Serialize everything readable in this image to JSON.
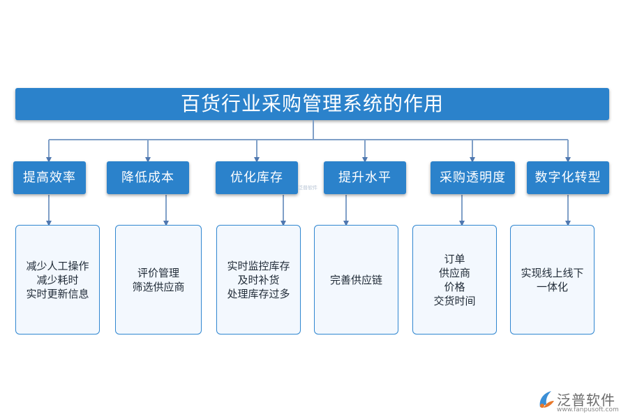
{
  "title": "百货行业采购管理系统的作用",
  "categories": [
    {
      "label": "提高效率",
      "items": [
        "减少人工操作",
        "减少耗时",
        "实时更新信息"
      ]
    },
    {
      "label": "降低成本",
      "items": [
        "评价管理",
        "筛选供应商"
      ]
    },
    {
      "label": "优化库存",
      "items": [
        "实时监控库存",
        "及时补货",
        "处理库存过多"
      ]
    },
    {
      "label": "提升水平",
      "items": [
        "完善供应链"
      ]
    },
    {
      "label": "采购透明度",
      "items": [
        "订单",
        "供应商",
        "价格",
        "交货时间"
      ]
    },
    {
      "label": "数字化转型",
      "items": [
        "实现线上线下",
        "一体化"
      ]
    }
  ],
  "watermark": "泛普软件",
  "logo": {
    "name": "泛普软件",
    "url": "www.fanpusoft.com",
    "icon": "fanpu-logo-icon"
  },
  "colors": {
    "box_fill": "#2b82cb",
    "card_border": "#2f86d0",
    "card_fill": "#f3f8fe",
    "connector": "#7f9fc7"
  }
}
